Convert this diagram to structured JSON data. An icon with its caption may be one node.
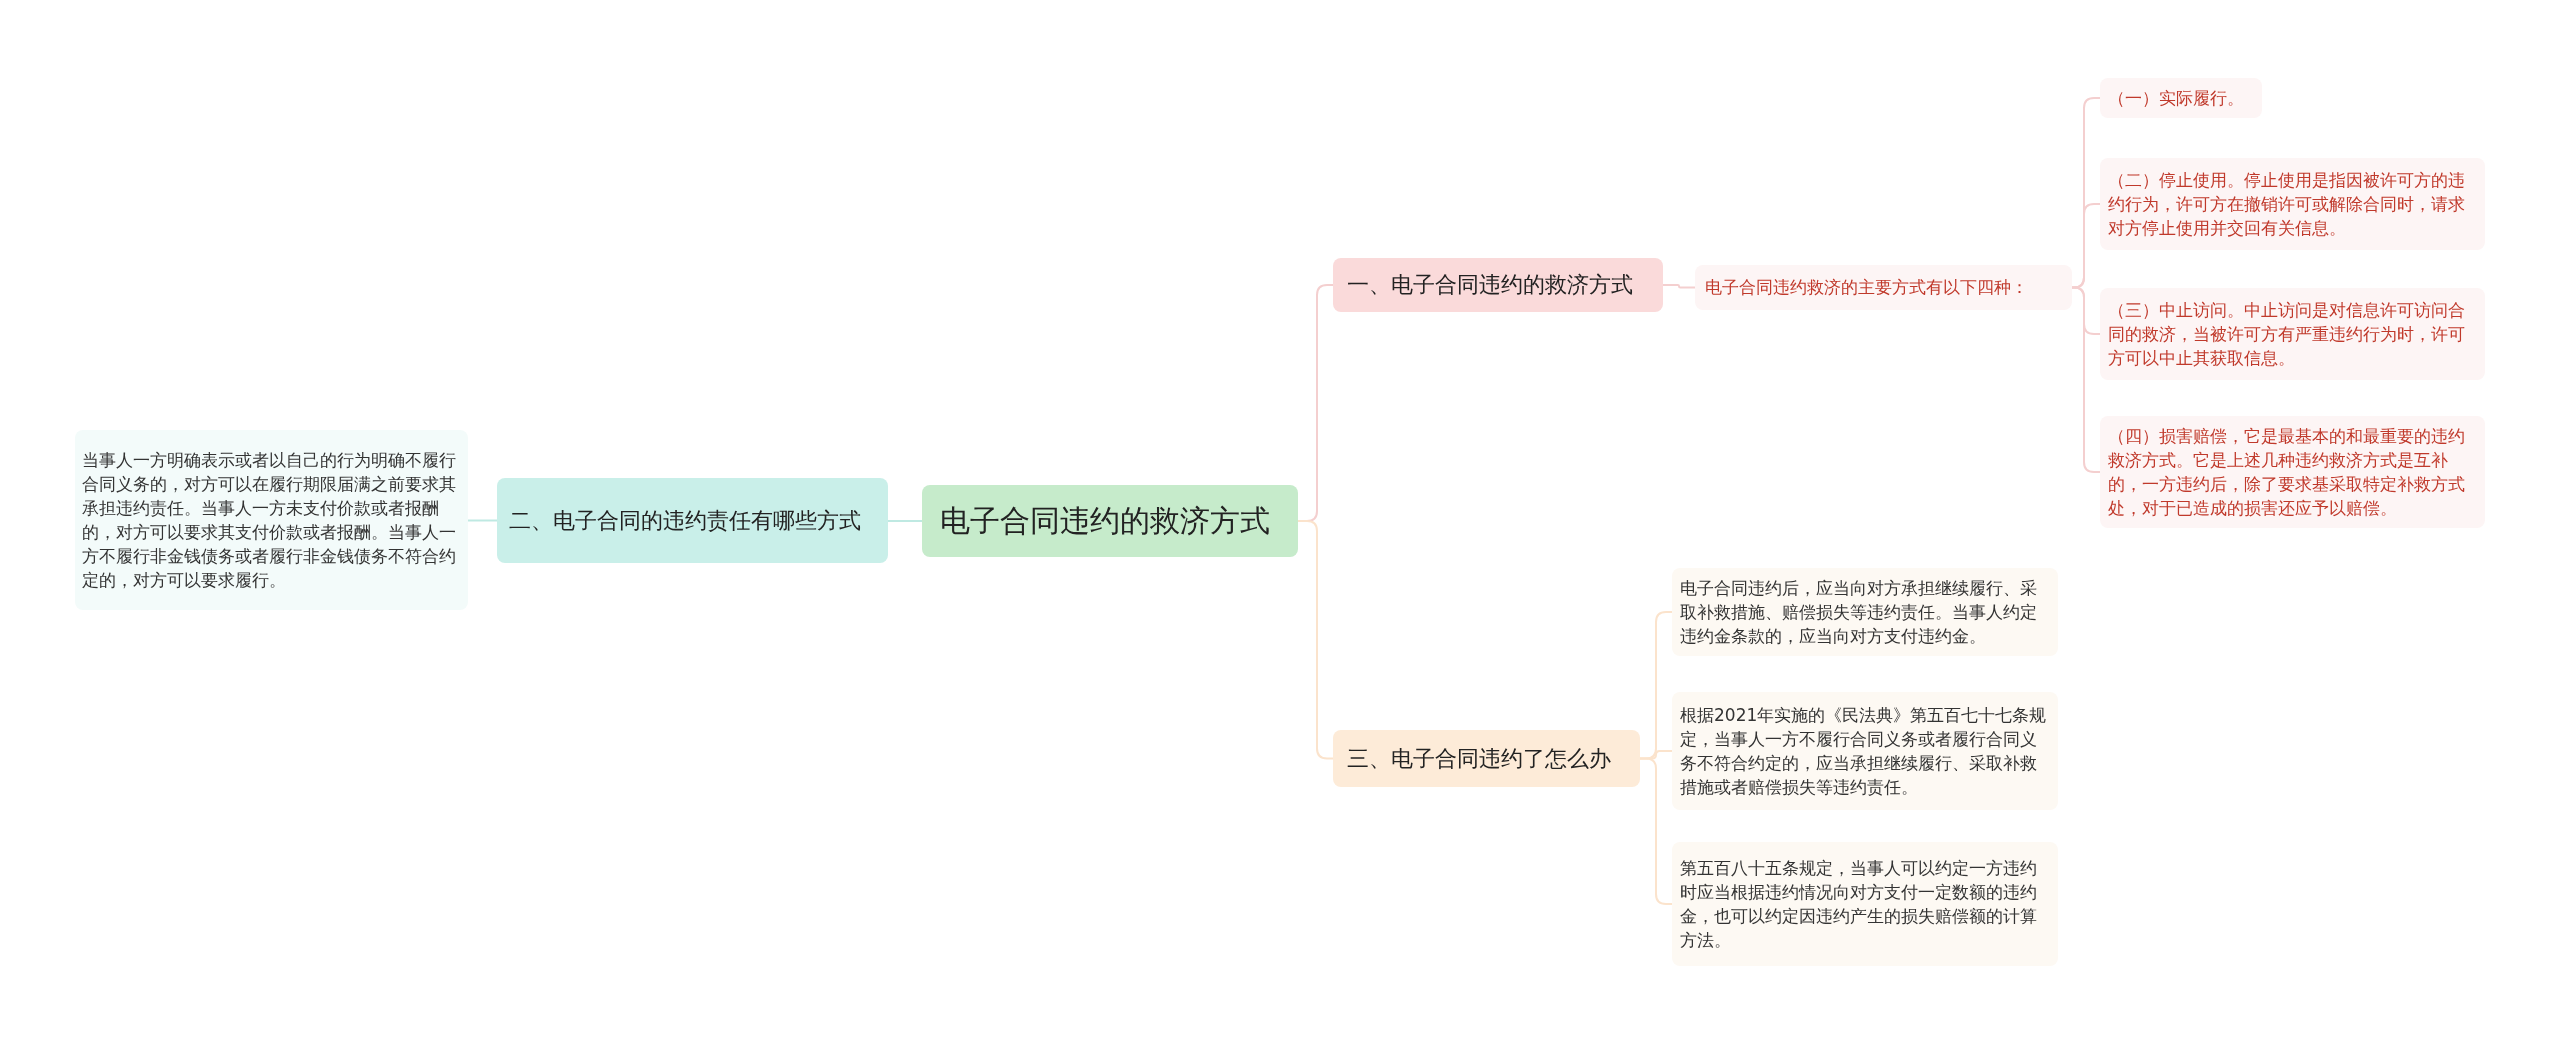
{
  "diagram": {
    "nodes": [
      {
        "text": [
          "电子合同违约的救济方式"
        ]
      },
      {
        "text": [
          "一、电子合同违约的救济方式"
        ]
      },
      {
        "text": [
          "电子合同违约救济的主要方式有以下四种："
        ]
      },
      {
        "text": [
          "（一）实际履行。"
        ]
      },
      {
        "text": [
          "（二）停止使用。停止使用是指因被许可方的违约行为，许可方在撤销许可或解除合同时，请求对方停止使用并交回有关信息。"
        ]
      },
      {
        "text": [
          "（三）中止访问。中止访问是对信息许可访问合同的救济，当被许可方有严重违约行为时，许可方可以中止其获取信息。"
        ]
      },
      {
        "text": [
          "（四）损害赔偿，它是最基本的和最重要的违约救济方式。它是上述几种违约救济方式是互补的，一方违约后，除了要求基采取特定补救方式处，对于已造成的损害还应予以赔偿。"
        ]
      },
      {
        "text": [
          "二、电子合同的违约责任有哪些方式"
        ]
      },
      {
        "text": [
          "当事人一方明确表示或者以自己的行为明确不履行合同义务的，对方可以在履行期限届满之前要求其承担违约责任。当事人一方未支付价款或者报酬的，对方可以要求其支付价款或者报酬。当事人一方不履行非金钱债务或者履行非金钱债务不符合约定的，对方可以要求履行。"
        ]
      },
      {
        "text": [
          "三、电子合同违约了怎么办"
        ]
      },
      {
        "text": [
          "电子合同违约后，应当向对方承担继续履行、采取补救措施、赔偿损失等违约责任。当事人约定违约金条款的，应当向对方支付违约金。"
        ]
      },
      {
        "text": [
          "根据2021年实施的《民法典》第五百七十七条规定，当事人一方不履行合同义务或者履行合同义务不符合约定的，应当承担继续履行、采取补救措施或者赔偿损失等违约责任。"
        ]
      },
      {
        "text": [
          "第五百八十五条规定，当事人可以约定一方违约时应当根据违约情况向对方支付一定数额的违约金，也可以约定因违约产生的损失赔偿额的计算方法。"
        ]
      }
    ],
    "edges": [
      {
        "from": 0,
        "to": 1,
        "arrow": "none"
      },
      {
        "from": 1,
        "to": 2,
        "arrow": "none"
      },
      {
        "from": 2,
        "to": 3,
        "arrow": "none"
      },
      {
        "from": 2,
        "to": 4,
        "arrow": "none"
      },
      {
        "from": 2,
        "to": 5,
        "arrow": "none"
      },
      {
        "from": 2,
        "to": 6,
        "arrow": "none"
      },
      {
        "from": 0,
        "to": 7,
        "arrow": "none",
        "color": "#bfe9e2"
      },
      {
        "from": 7,
        "to": 8,
        "arrow": "none",
        "color": "#bfe9e2"
      },
      {
        "from": 0,
        "to": 9,
        "arrow": "none",
        "color": "#fbe3cc"
      },
      {
        "from": 9,
        "to": 10,
        "arrow": "none",
        "color": "#fbe3cc"
      },
      {
        "from": 9,
        "to": 11,
        "arrow": "none",
        "color": "#fbe3cc"
      },
      {
        "from": 9,
        "to": 12,
        "arrow": "none",
        "color": "#fbe3cc"
      }
    ]
  }
}
